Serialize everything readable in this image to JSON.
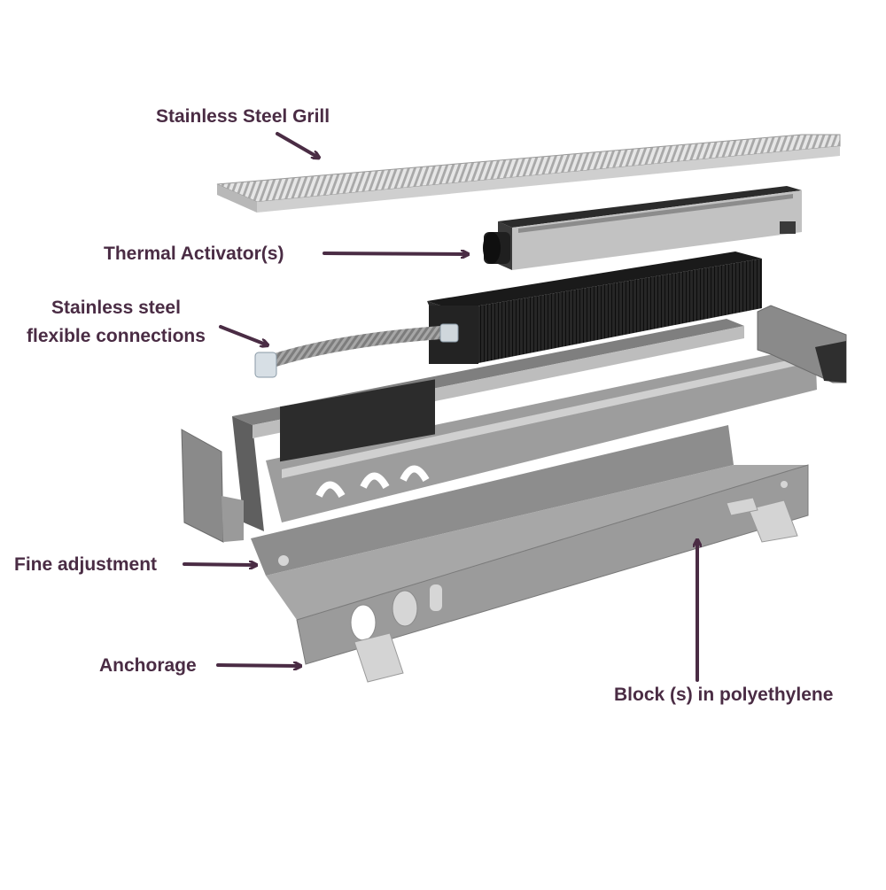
{
  "labels": {
    "grill": "Stainless Steel Grill",
    "activator": "Thermal Activator(s)",
    "flex_line1": "Stainless steel",
    "flex_line2": "flexible connections",
    "fine_adjustment": "Fine adjustment",
    "anchorage": "Anchorage",
    "block": "Block (s) in polyethylene"
  },
  "colors": {
    "label_text": "#4a2c44",
    "arrow": "#4a2c44",
    "steel_light": "#d9d9d9",
    "steel_mid": "#9a9a9a",
    "steel_dark": "#6f6f6f",
    "activator_dark": "#1e1e1e"
  }
}
